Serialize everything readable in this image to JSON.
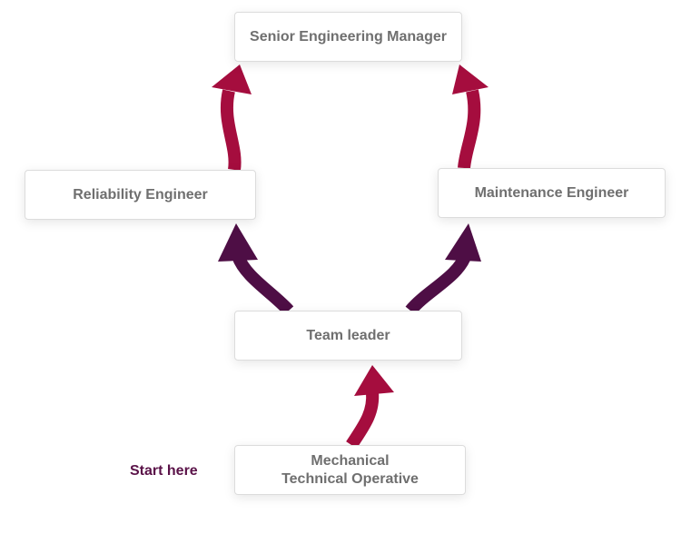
{
  "colors": {
    "arrow_crimson": "#a50d3e",
    "arrow_plum": "#4e0e45",
    "box_text": "#6f6f6f",
    "start_text": "#5a1248"
  },
  "nodes": {
    "senior": "Senior Engineering Manager",
    "reliability": "Reliability Engineer",
    "maintenance": "Maintenance Engineer",
    "team": "Team leader",
    "mechanical_line1": "Mechanical",
    "mechanical_line2": "Technical Operative"
  },
  "start_label": "Start here"
}
